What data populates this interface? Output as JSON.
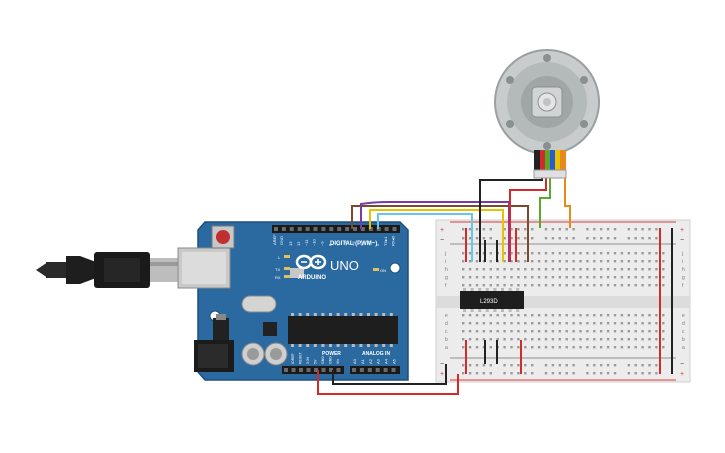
{
  "arduino": {
    "brand": "ARDUINO",
    "model": "UNO",
    "digital_label": "DIGITAL (PWM~)",
    "analog_label": "ANALOG IN",
    "power_label": "POWER",
    "on_label": "ON",
    "l_label": "L",
    "tx_label": "TX",
    "rx_label": "RX",
    "aref_label": "AREF",
    "gnd_label": "GND",
    "digital_pins": [
      "13",
      "12",
      "~11",
      "~10",
      "~9",
      "8",
      "7",
      "~6",
      "~5",
      "4",
      "~3",
      "2",
      "TX▸1",
      "RX◂0"
    ],
    "power_pins": [
      "IOREF",
      "RESET",
      "3.3V",
      "5V",
      "GND",
      "GND",
      "Vin"
    ],
    "analog_pins": [
      "A0",
      "A1",
      "A2",
      "A3",
      "A4",
      "A5"
    ]
  },
  "chip": {
    "label": "L293D"
  },
  "breadboard": {
    "row_letters_top": [
      "j",
      "i",
      "h",
      "g",
      "f"
    ],
    "row_letters_bottom": [
      "e",
      "d",
      "c",
      "b",
      "a"
    ],
    "plus": "+",
    "minus": "−",
    "columns": 30
  },
  "colors": {
    "board": "#2a6aa0",
    "board_dark": "#1d4f7a",
    "breadboard": "#ececec",
    "rail_red": "#d93a3a",
    "wire_red": "#d42a2a",
    "wire_black": "#222222",
    "wire_brown": "#7a4a2a",
    "wire_purple": "#7a3aa8",
    "wire_yellow": "#e6c400",
    "wire_cyan": "#66c8e6",
    "wire_green": "#5aaa2a",
    "wire_orange": "#e88a1a",
    "motor_body": "#c8cccc"
  }
}
